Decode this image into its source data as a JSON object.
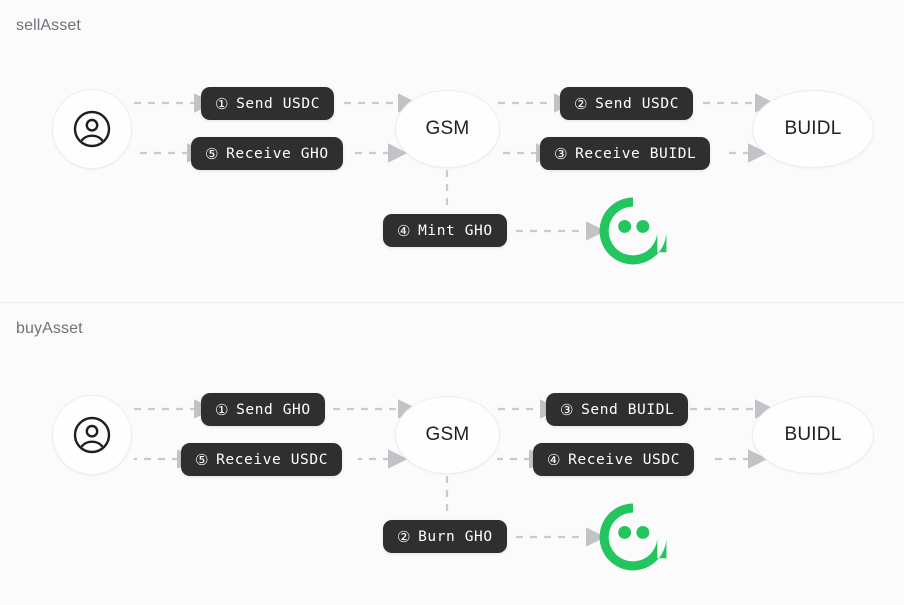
{
  "diagram": {
    "background": "#fbfbfc",
    "badge_color": "#2f2f2f",
    "accent_color": "#22c55e",
    "line_color": "#c9cace"
  },
  "panels": [
    {
      "title": "sellAsset",
      "nodes": {
        "user": "user-avatar",
        "gsm": "GSM",
        "buidl": "BUIDL",
        "token": "gho-logo"
      },
      "steps": [
        {
          "num": "①",
          "text": "Send USDC",
          "from": "user",
          "to": "gsm",
          "row": "top-left"
        },
        {
          "num": "②",
          "text": "Send USDC",
          "from": "gsm",
          "to": "buidl",
          "row": "top-right"
        },
        {
          "num": "③",
          "text": "Receive BUIDL",
          "from": "buidl",
          "to": "gsm",
          "row": "bottom-right"
        },
        {
          "num": "④",
          "text": "Mint GHO",
          "from": "gsm",
          "to": "gho",
          "row": "mint"
        },
        {
          "num": "⑤",
          "text": "Receive GHO",
          "from": "gsm",
          "to": "user",
          "row": "bottom-left"
        }
      ]
    },
    {
      "title": "buyAsset",
      "nodes": {
        "user": "user-avatar",
        "gsm": "GSM",
        "buidl": "BUIDL",
        "token": "gho-logo"
      },
      "steps": [
        {
          "num": "①",
          "text": "Send GHO",
          "from": "user",
          "to": "gsm",
          "row": "top-left"
        },
        {
          "num": "②",
          "text": "Burn GHO",
          "from": "gsm",
          "to": "gho",
          "row": "mint"
        },
        {
          "num": "③",
          "text": "Send BUIDL",
          "from": "gsm",
          "to": "buidl",
          "row": "top-right"
        },
        {
          "num": "④",
          "text": "Receive USDC",
          "from": "buidl",
          "to": "gsm",
          "row": "bottom-right"
        },
        {
          "num": "⑤",
          "text": "Receive USDC",
          "from": "gsm",
          "to": "user",
          "row": "bottom-left"
        }
      ]
    }
  ]
}
